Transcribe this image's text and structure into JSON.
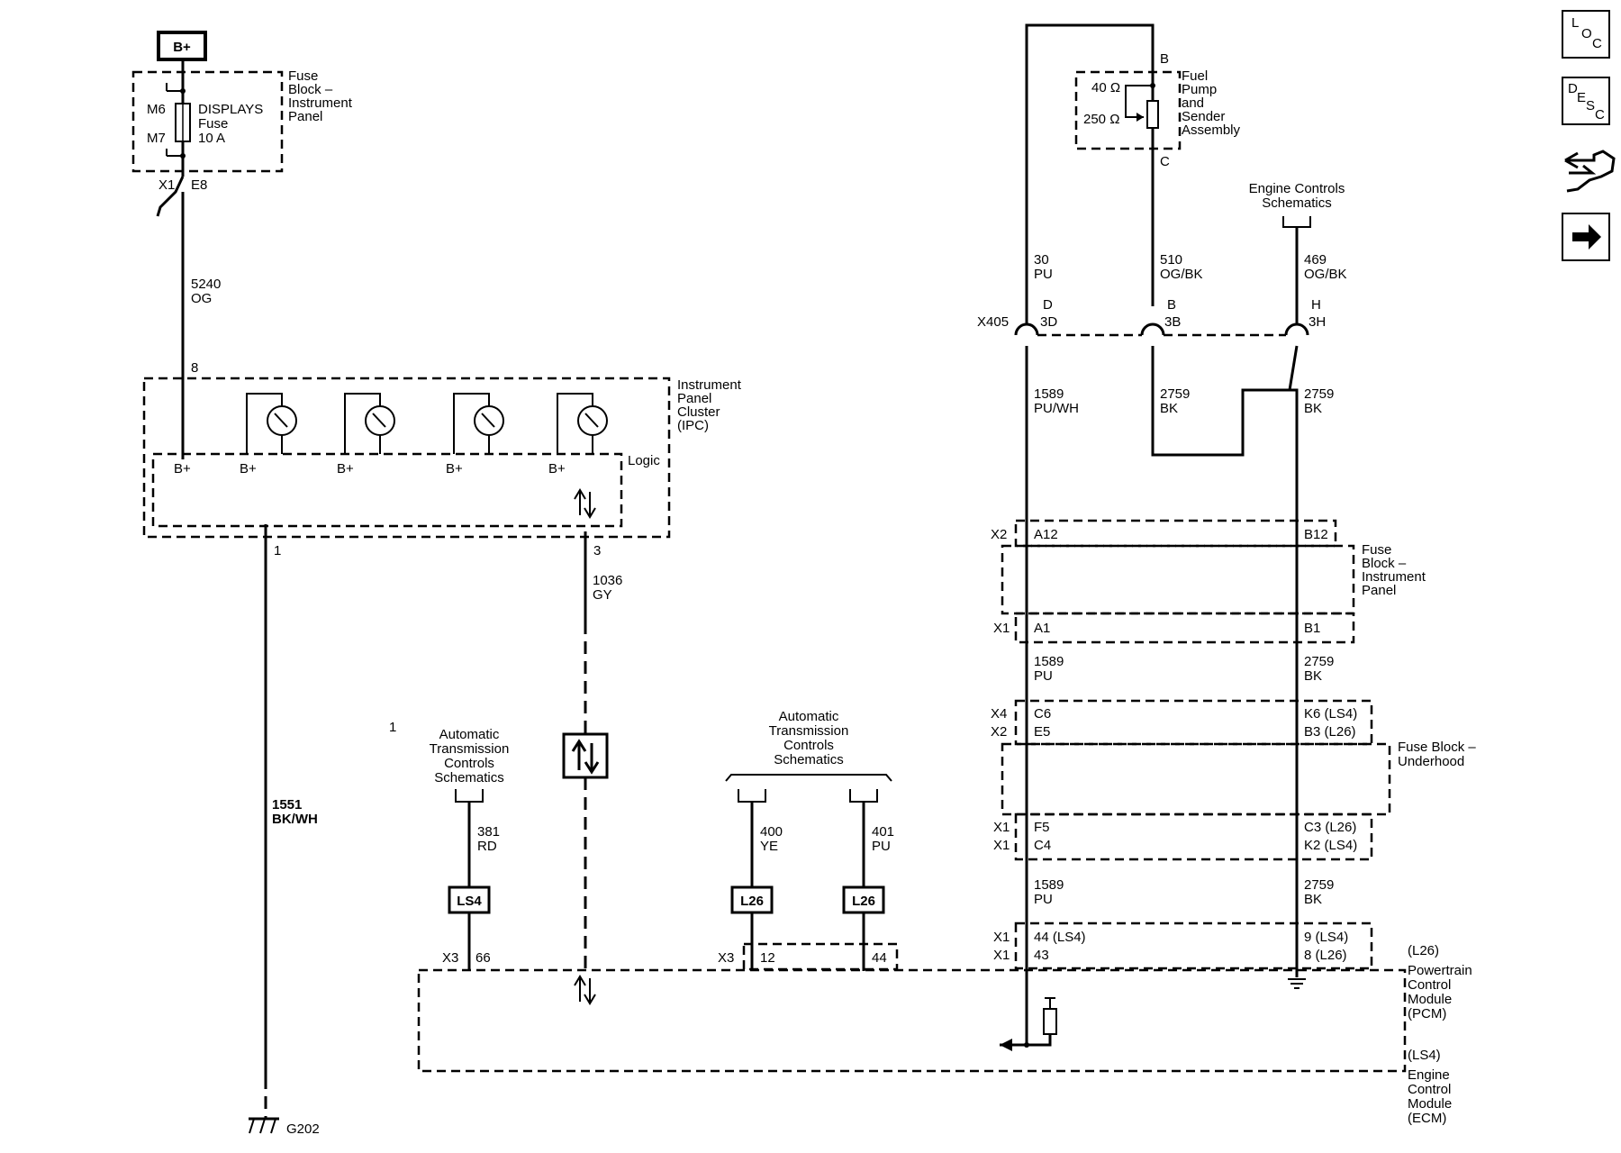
{
  "nav": {
    "loc": [
      "L",
      "O",
      "C"
    ],
    "desc": [
      "D",
      "E",
      "S",
      "C"
    ]
  },
  "bplus": "B+",
  "fuse_block_ip": {
    "title": [
      "Fuse",
      "Block –",
      "Instrument",
      "Panel"
    ],
    "m6": "M6",
    "m7": "M7",
    "fuse_name": "DISPLAYS",
    "fuse_word": "Fuse",
    "fuse_rating": "10 A",
    "x1": "X1",
    "e8": "E8"
  },
  "wire_5240": {
    "circuit": "5240",
    "color": "OG"
  },
  "ipc": {
    "title": [
      "Instrument",
      "Panel",
      "Cluster",
      "(IPC)"
    ],
    "logic": "Logic",
    "pin8": "8",
    "bplus_labels": [
      "B+",
      "B+",
      "B+",
      "B+",
      "B+"
    ],
    "pin1": "1",
    "pin3": "3"
  },
  "wire_1036": {
    "circuit": "1036",
    "color": "GY"
  },
  "wire_1551": {
    "circuit": "1551",
    "color": "BK/WH"
  },
  "ground": "G202",
  "note_1": "1",
  "atc_left": {
    "title": [
      "Automatic",
      "Transmission",
      "Controls",
      "Schematics"
    ]
  },
  "atc_right": {
    "title": [
      "Automatic",
      "Transmission",
      "Controls",
      "Schematics"
    ]
  },
  "wire_381": {
    "circuit": "381",
    "color": "RD"
  },
  "wire_400": {
    "circuit": "400",
    "color": "YE"
  },
  "wire_401": {
    "circuit": "401",
    "color": "PU"
  },
  "opt_ls4": "LS4",
  "opt_l26a": "L26",
  "opt_l26b": "L26",
  "pcm_conn": {
    "x3a": "X3",
    "p66": "66",
    "x3b": "X3",
    "p12": "12",
    "p44": "44"
  },
  "fuel_pump": {
    "title": [
      "Fuel",
      "Pump",
      "and",
      "Sender",
      "Assembly"
    ],
    "r40": "40 Ω",
    "r250": "250 Ω",
    "pinB": "B",
    "pinC": "C"
  },
  "engine_ctrl": {
    "title": [
      "Engine Controls",
      "Schematics"
    ]
  },
  "wire_30": {
    "circuit": "30",
    "color": "PU"
  },
  "wire_510": {
    "circuit": "510",
    "color": "OG/BK"
  },
  "wire_469": {
    "circuit": "469",
    "color": "OG/BK"
  },
  "x405": {
    "name": "X405",
    "d": "D",
    "d3": "3D",
    "b": "B",
    "b3": "3B",
    "h": "H",
    "h3": "3H"
  },
  "wire_1589a": {
    "circuit": "1589",
    "color": "PU/WH"
  },
  "wire_2759a": {
    "circuit": "2759",
    "color": "BK"
  },
  "wire_2759b": {
    "circuit": "2759",
    "color": "BK"
  },
  "fb_ip2": {
    "title": [
      "Fuse",
      "Block –",
      "Instrument",
      "Panel"
    ],
    "x2": "X2",
    "a12": "A12",
    "b12": "B12",
    "x1": "X1",
    "a1": "A1",
    "b1": "B1"
  },
  "wire_1589b": {
    "circuit": "1589",
    "color": "PU"
  },
  "wire_2759c": {
    "circuit": "2759",
    "color": "BK"
  },
  "fb_uh": {
    "title": [
      "Fuse Block –",
      "Underhood"
    ],
    "x4": "X4",
    "c6": "C6",
    "k6": "K6 (LS4)",
    "x2": "X2",
    "e5": "E5",
    "b3": "B3 (L26)",
    "x1a": "X1",
    "f5": "F5",
    "c3": "C3 (L26)",
    "x1b": "X1",
    "c4": "C4",
    "k2": "K2 (LS4)"
  },
  "wire_1589c": {
    "circuit": "1589",
    "color": "PU"
  },
  "wire_2759d": {
    "circuit": "2759",
    "color": "BK"
  },
  "pcm": {
    "x1a": "X1",
    "p44": "44 (LS4)",
    "p9": "9 (LS4)",
    "x1b": "X1",
    "p43": "43",
    "p8": "8 (L26)",
    "l26": "(L26)",
    "pcm_title": [
      "Powertrain",
      "Control",
      "Module",
      "(PCM)"
    ],
    "ls4": "(LS4)",
    "ecm_title": [
      "Engine",
      "Control",
      "Module",
      "(ECM)"
    ]
  }
}
